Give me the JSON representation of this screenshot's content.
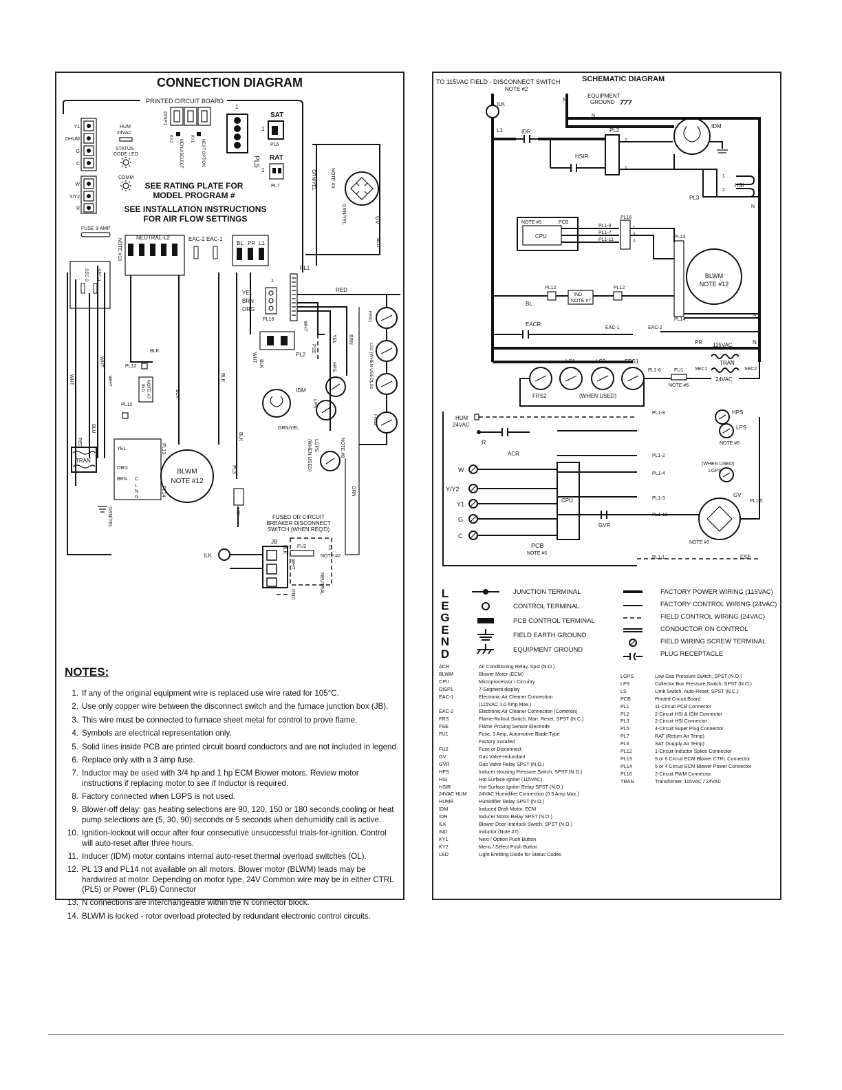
{
  "connection": {
    "title": "CONNECTION DIAGRAM",
    "pcb_label": "PRINTED CIRCUIT BOARD",
    "rating_1": "SEE RATING PLATE FOR",
    "rating_2": "MODEL PROGRAM #",
    "install_1": "SEE INSTALLATION INSTRUCTIONS",
    "install_2": "FOR AIR FLOW SETTINGS",
    "terminals": [
      "Y1",
      "DHUM",
      "G",
      "C",
      "W",
      "Y/Y2",
      "R"
    ],
    "hum": "HUM",
    "hum_v": "24VAC",
    "status_1": "STATUS",
    "status_2": "CODE LED",
    "comm": "COMM",
    "disp": "DISP1",
    "ky2": "KY2",
    "ky1": "KY1",
    "menu": "MENU/SELECT",
    "next": "NEXT OPTION",
    "pl5": "PL5",
    "sat": "SAT",
    "pl6": "PL6",
    "rat": "RAT",
    "pl7": "PL7",
    "one": "1",
    "fuse": "FUSE 3-AMP",
    "neutral": "NEUTRAL-L2",
    "note13": "NOTE #13",
    "eac2": "EAC-2",
    "eac1": "EAC-1",
    "bl": "BL",
    "pr": "PR",
    "l1": "L1",
    "sec2": "SEC-2",
    "sec1": "SEC-1",
    "pl1": "PL1",
    "yel": "YEL",
    "brn": "BRN",
    "org": "ORG",
    "pl16": "PL16",
    "red": "RED",
    "blu": "BLU",
    "wht": "WHT",
    "blk": "BLK",
    "grn_yel": "GRN/YEL",
    "note3": "NOTE #3",
    "gv": "GV",
    "frs": [
      "FRS1",
      "FRS2"
    ],
    "ls": [
      "LS1",
      "LS2 (WHEN USED)"
    ],
    "fse": "FSE",
    "pl2": "PL2",
    "hps": "HPS",
    "lps": "LPS",
    "lgps": "LGPS",
    "when_used": "(WHEN USED)",
    "note8": "NOTE #8",
    "orn": "ORN",
    "idm": "IDM",
    "pl12": "PL12",
    "ind": "IND",
    "note7": "NOTE #7",
    "tran": "TRAN",
    "pl13": "PL13",
    "pl14": "PL14",
    "blwm": "BLWM",
    "note12": "NOTE #12",
    "blwm_leads": [
      "YEL",
      "ORG",
      "BRN",
      "C",
      "L",
      "N",
      "G"
    ],
    "pl3": "PL3",
    "hsi": "HSI",
    "fused_1": "FUSED OR CIRCUIT",
    "fused_2": "BREAKER DISCONNECT",
    "fused_3": "SWITCH (WHEN REQ'D)",
    "fu2": "FU2",
    "jb": "JB",
    "ilk": "ILK",
    "note2": "NOTE #2",
    "neutral_lbl": "NEUTRAL",
    "gnd": "GND"
  },
  "notes": {
    "title": "NOTES:",
    "items": [
      {
        "n": "1.",
        "t": "If any of the original equipment wire is replaced use wire rated for 105°C."
      },
      {
        "n": "2.",
        "t": "Use only copper wire between the disconnect switch and the furnace junction box (JB)."
      },
      {
        "n": "3.",
        "t": "This wire must be connected to furnace sheet metal for control to prove flame."
      },
      {
        "n": "4.",
        "t": "Symbols are electrical representation only."
      },
      {
        "n": "5.",
        "t": "Solid lines inside PCB are printed circuit board conductors and are not included in legend."
      },
      {
        "n": "6.",
        "t": "Replace only with a 3 amp fuse."
      },
      {
        "n": "7.",
        "t": "Inductor may be used with 3/4 hp and 1 hp ECM Blower motors. Review motor instructions if replacing motor to see if Inductor is required."
      },
      {
        "n": "8.",
        "t": "Factory connected when LGPS is not used."
      },
      {
        "n": "9.",
        "t": "Blower-off delay: gas heating selections are 90, 120, 150 or 180 seconds,cooling or heat pump selections are (5, 30, 90) seconds or 5 seconds when dehumidify call is active."
      },
      {
        "n": "10.",
        "t": "Ignition-lockout will occur after four consecutive unsuccessful trials-for-ignition. Control will auto-reset after three hours."
      },
      {
        "n": "11.",
        "t": "Inducer (IDM) motor contains internal auto-reset thermal overload switches (OL)."
      },
      {
        "n": "12.",
        "t": "PL 13 and PL14 not available on all motors. Blower motor (BLWM) leads may be hardwired at motor. Depending on motor type, 24V Common wire may be in either CTRL (PL5) or Power (PL6) Connector"
      },
      {
        "n": "13.",
        "t": "N connections are interchangeable within the N connector block."
      },
      {
        "n": "14.",
        "t": "BLWM is locked - rotor overload protected by redundant electronic control circuits."
      }
    ]
  },
  "schematic": {
    "title": "SCHEMATIC DIAGRAM",
    "disconnect": "TO 115VAC FIELD - DISCONNECT SWITCH",
    "note2": "NOTE #2",
    "equip_1": "EQUIPMENT",
    "equip_2": "GROUND",
    "ilk": "ILK",
    "l1": "L1",
    "n": "N",
    "idr": "IDR",
    "hsir": "HSIR",
    "pl2": "PL2",
    "idm": "IDM",
    "hsi": "HSI",
    "pl3": "PL3",
    "note5": "NOTE #5",
    "pcb": "PCB",
    "cpu": "CPU",
    "pl16": "PL16",
    "pl1_9": "PL1-9",
    "pl1_7": "PL1-7",
    "pl1_11": "PL1-11",
    "pl13": "PL13",
    "blwm": "BLWM",
    "note12": "NOTE #12",
    "pl12": "PL12",
    "ind": "IND",
    "note7": "NOTE #7",
    "bl": "BL",
    "pl14": "PL14",
    "eacr": "EACR",
    "eac1": "EAC-1",
    "eac2": "EAC-2",
    "pr": "PR",
    "v115": "115VAC",
    "tran": "TRAN",
    "sec1": "SEC1",
    "sec2": "SEC2",
    "v24": "24VAC",
    "fu1": "FU1",
    "note6": "NOTE #6",
    "pl1_6": "PL1-6",
    "ls1": "LS1",
    "ls2": "LS2",
    "frs1": "FRS1",
    "frs2": "FRS2",
    "when_used": "(WHEN USED)",
    "hum": "HUM",
    "hum_v": "24VAC",
    "pl1_8": "PL1-8",
    "hps": "HPS",
    "lps": "LPS",
    "note8": "NOTE #8",
    "lgps": "LGPS",
    "r": "R",
    "acr": "ACR",
    "pl1_2": "PL1-2",
    "pl1_4": "PL1-4",
    "pl1_3": "PL1-3",
    "pl1_10": "PL1-10",
    "pl1_5": "PL1-5",
    "pl1_1": "PL1-1",
    "gv": "GV",
    "gvr": "GVR",
    "note3": "NOTE #3",
    "fse": "FSE",
    "pcb_note": "NOTE #5",
    "thermostat": [
      "W",
      "Y/Y2",
      "Y1",
      "G",
      "C"
    ]
  },
  "legend": {
    "title": "LEGEND",
    "symbols_left": [
      "JUNCTION TERMINAL",
      "CONTROL TERMINAL",
      "PCB CONTROL TERMINAL",
      "FIELD EARTH GROUND",
      "EQUIPMENT GROUND"
    ],
    "symbols_right": [
      "FACTORY POWER WIRING (115VAC)",
      "FACTORY CONTROL WIRING (24VAC)",
      "FIELD CONTROL WIRING (24VAC)",
      "CONDUCTOR ON CONTROL",
      "FIELD WIRING SCREW TERMINAL",
      "PLUG RECEPTACLE"
    ],
    "abbr_left": [
      [
        "ACR",
        "Air Conditioning Relay, Spst (N.O.)"
      ],
      [
        "BLWM",
        "Blower Motor (ECM)"
      ],
      [
        "CPU",
        "Microprocessor / Circuitry"
      ],
      [
        "DISP1",
        "7-Segment display"
      ],
      [
        "EAC-1",
        "Electronic Air Cleaner Connection"
      ],
      [
        "",
        "(115VAC 1.0 Amp Max.)"
      ],
      [
        "EAC-2",
        "Electronic Air Cleaner Connection (Common)"
      ],
      [
        "FRS",
        "Flame-Rollout Switch, Man. Reset, SPST (N.C.)"
      ],
      [
        "FSE",
        "Flame Proving Sensor Electrode"
      ],
      [
        "FU1",
        "Fuse, 3 Amp, Automotive Blade Type"
      ],
      [
        "",
        "Factory Installed"
      ],
      [
        "FU2",
        "Fuse or Disconnect"
      ],
      [
        "GV",
        "Gas Valve-redundant"
      ],
      [
        "GVR",
        "Gas Valve Relay SPST (N.O.)"
      ],
      [
        "HPS",
        "Inducer Housing Pressure Switch, SPST (N.O.)"
      ],
      [
        "HSI",
        "Hot Surface Igniter (115VAC)"
      ],
      [
        "HSIR",
        "Hot Surface Igniter Relay SPST (N.O.)"
      ],
      [
        "24VAC HUM",
        "24VAC Humidifier Connection (0.5 Amp Max.)"
      ],
      [
        "HUMR",
        "Humidifier Relay SPST (N.O.)"
      ],
      [
        "IDM",
        "Induced Draft Motor, ECM"
      ],
      [
        "IDR",
        "Inducer Motor Relay SPST (N.O.)"
      ],
      [
        "ILK",
        "Blower Door Interlock Switch, SPST (N.O.)"
      ],
      [
        "IND",
        "Inductor (Note #7)"
      ],
      [
        "KY1",
        "Next / Option Push Button"
      ],
      [
        "KY2",
        "Menu / Select Push Button"
      ],
      [
        "LED",
        "Light Emitting Diode for Status Codes"
      ]
    ],
    "abbr_right": [
      [
        "LGPS",
        "Low Gas Pressure Switch, SPST (N.O.)"
      ],
      [
        "LPS",
        "Collector Box Pressure Switch, SPST (N.O.)"
      ],
      [
        "LS",
        "Limit Switch, Auto-Reset, SPST (N.C.)"
      ],
      [
        "PCB",
        "Printed Circuit Board"
      ],
      [
        "PL1",
        "11-Circuit PCB Connector"
      ],
      [
        "PL2",
        "2-Circuit HSI & IDM Connector"
      ],
      [
        "PL3",
        "2-Circuit HSI Connector"
      ],
      [
        "PL5",
        "4-Circuit Super Plug Connector"
      ],
      [
        "PL7",
        "RAT (Return Air Temp)"
      ],
      [
        "PL6",
        "SAT (Supply Air Temp)"
      ],
      [
        "PL12",
        "1-Circuit Inductor Splice Connector"
      ],
      [
        "PL13",
        "5 or 6 Circuit ECM Blower CTRL Connector"
      ],
      [
        "PL14",
        "5 or 4 Circuit ECM Blower Power Connector"
      ],
      [
        "PL16",
        "2-Circuit PWM Connector"
      ],
      [
        "TRAN",
        "Transformer, 115VAC / 24VAC"
      ]
    ]
  }
}
